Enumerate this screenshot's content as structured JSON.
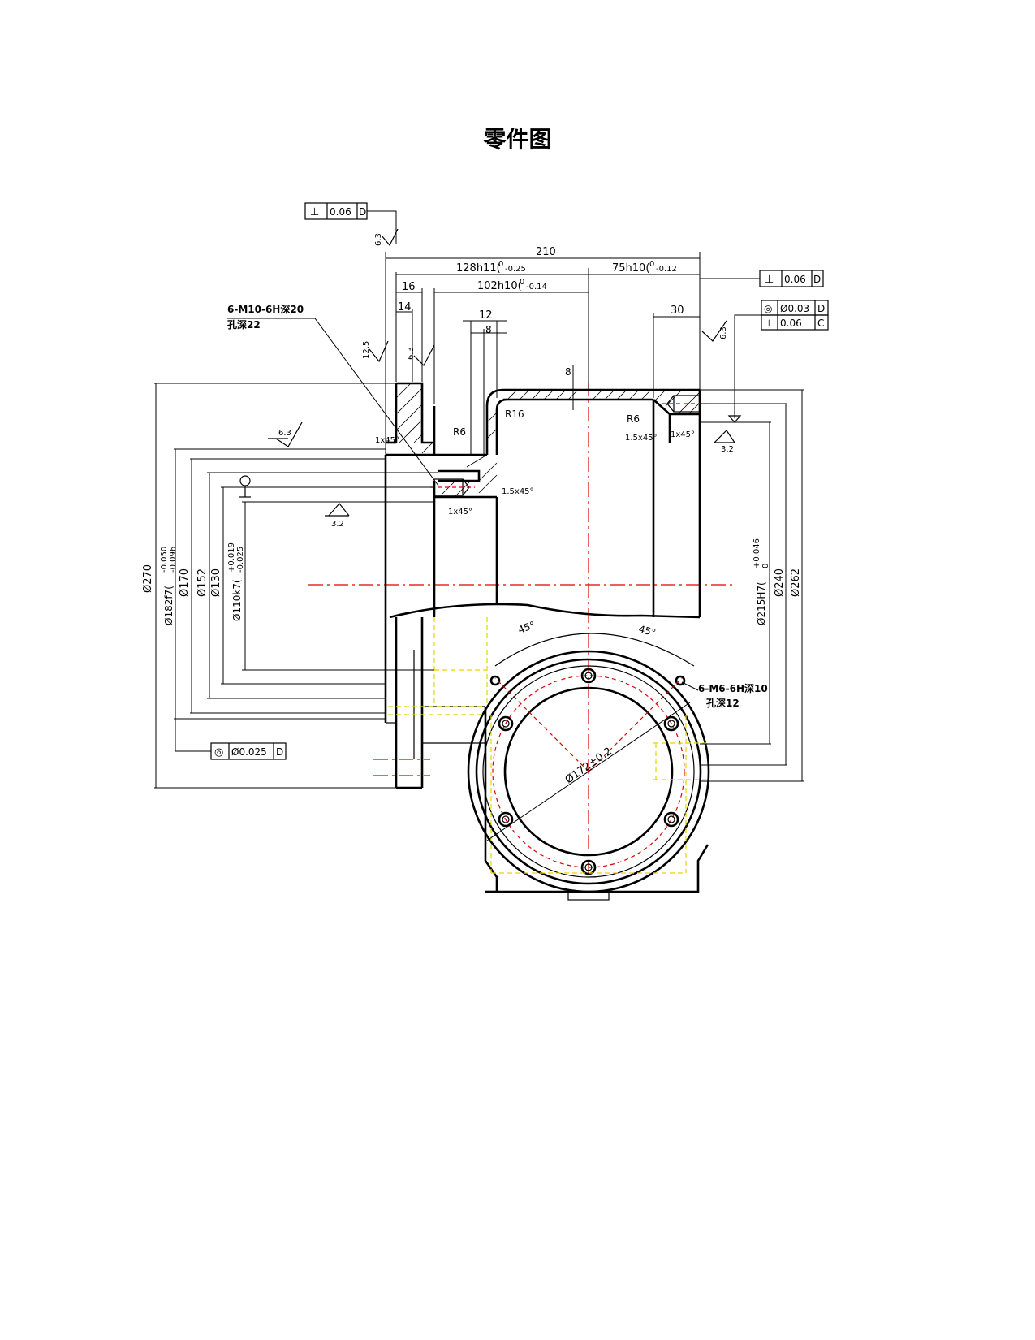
{
  "title": "零件图",
  "tolerance_frames": {
    "top_left": {
      "symbol": "⊥",
      "value": "0.06",
      "datum": "D"
    },
    "right_top": {
      "symbol": "⊥",
      "value": "0.06",
      "datum": "D"
    },
    "right_concentric": {
      "symbol": "◎",
      "value": "Ø0.03",
      "datum": "D"
    },
    "right_perp_c": {
      "symbol": "⊥",
      "value": "0.06",
      "datum": "C"
    },
    "bottom_left": {
      "symbol": "◎",
      "value": "Ø0.025",
      "datum": "D"
    }
  },
  "roughness": {
    "r1": "6.3",
    "r2": "6.3",
    "r3": "12.5",
    "r4": "6.3",
    "r5": "6.3",
    "r6": "3.2",
    "r7": "3.2"
  },
  "dimensions": {
    "overall_length": "210",
    "d128": "128h11(",
    "d128_tol": "0",
    "d128_tol2": "-0.25",
    "d75": "75h10(",
    "d75_tol": "0",
    "d75_tol2": "-0.12",
    "d102": "102h10(",
    "d102_tol": "0",
    "d102_tol2": "-0.14",
    "d16": "16",
    "d14": "14",
    "d12": "12",
    "d8a": "8",
    "d8b": "8",
    "d30": "30",
    "r6a": "R6",
    "r6b": "R6",
    "r16": "R16",
    "ch1": "1x45°",
    "ch2": "1x45°",
    "ch3": "1.5x45°",
    "ch4": "1.5x45°",
    "ch5": "1x45°",
    "dia270": "Ø270",
    "dia182": "Ø182f7(",
    "dia182_tol": "-0.050",
    "dia182_tol2": "-0.096",
    "dia170": "Ø170",
    "dia152": "Ø152",
    "dia130": "Ø130",
    "dia110": "Ø110k7(",
    "dia110_tol": "+0.019",
    "dia110_tol2": "-0.025",
    "dia215": "Ø215H7(",
    "dia215_tol": "+0.046",
    "dia215_tol2": "0",
    "dia240": "Ø240",
    "dia262": "Ø262",
    "dia172": "Ø172±0.2",
    "angle1": "45°",
    "angle2": "45°"
  },
  "notes": {
    "holes_left_1": "6-M10-6H深20",
    "holes_left_2": "孔深22",
    "holes_right_1": "6-M6-6H深10",
    "holes_right_2": "孔深12"
  }
}
